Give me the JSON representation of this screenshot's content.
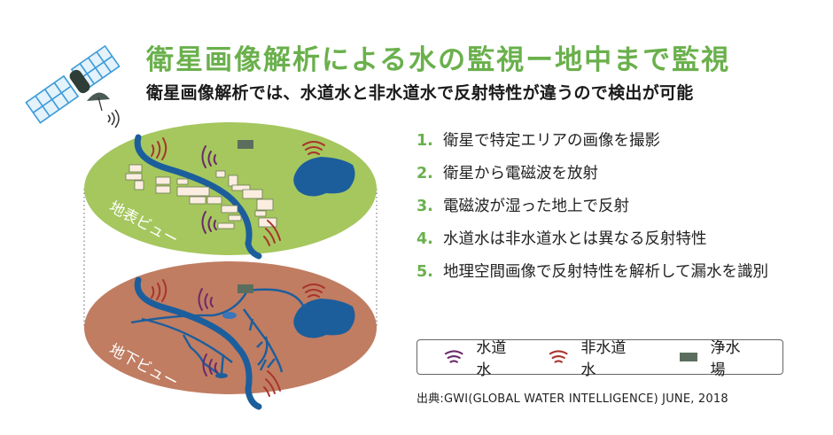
{
  "header": {
    "title": "衛星画像解析による水の監視ー地中まで監視",
    "subtitle": "衛星画像解析では、水道水と非水道水で反射特性が違うので検出が可能"
  },
  "maps": {
    "surface_label": "地表ビュー",
    "underground_label": "地下ビュー",
    "surface_color": "#a5c75e",
    "underground_color": "#c07d62",
    "water_color": "#1c5e9c"
  },
  "steps": [
    {
      "num": "1.",
      "text": "衛星で特定エリアの画像を撮影"
    },
    {
      "num": "2.",
      "text": "衛星から電磁波を放射"
    },
    {
      "num": "3.",
      "text": "電磁波が湿った地上で反射"
    },
    {
      "num": "4.",
      "text": "水道水は非水道水とは異なる反射特性"
    },
    {
      "num": "5.",
      "text": "地理空間画像で反射特性を解析して漏水を識別"
    }
  ],
  "legend": {
    "items": [
      {
        "icon": "signal-wave-icon",
        "label": "水道水",
        "color": "#6b2a6b"
      },
      {
        "icon": "signal-wave-icon",
        "label": "非水道水",
        "color": "#a8342c"
      },
      {
        "icon": "rectangle-icon",
        "label": "浄水場",
        "color": "#5b6e5e"
      }
    ]
  },
  "source": "出典:GWI(GLOBAL WATER INTELLIGENCE) JUNE, 2018",
  "colors": {
    "accent_green": "#6ab04c"
  }
}
